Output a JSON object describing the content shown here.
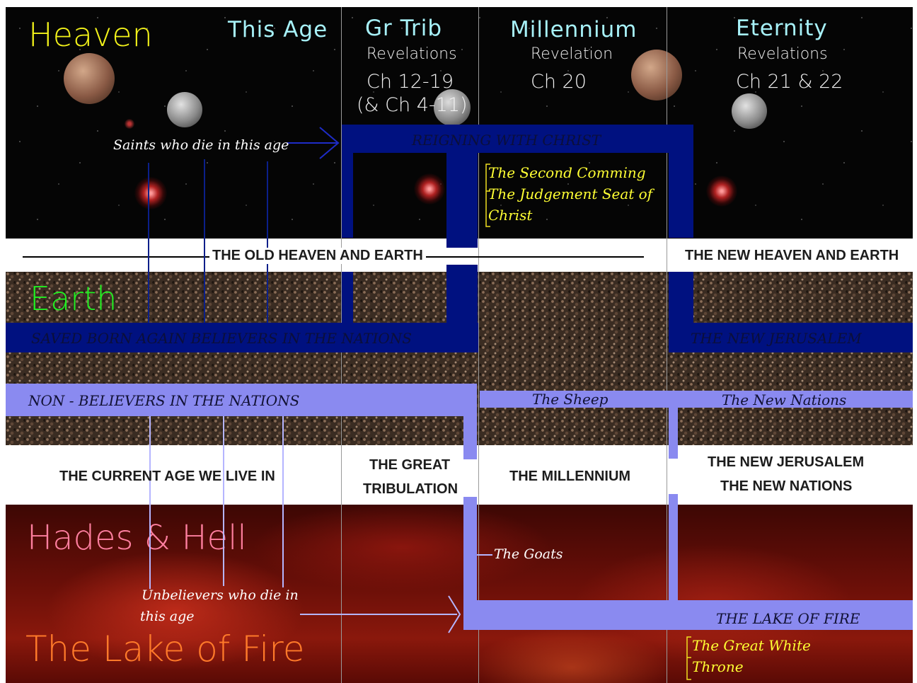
{
  "columns": {
    "this_age": "This Age",
    "gr_trib": {
      "title": "Gr Trib",
      "sub1": "Revelations",
      "sub2": "Ch 12-19",
      "sub3": "(& Ch 4-11)"
    },
    "millennium": {
      "title": "Millennium",
      "sub1": "Revelation",
      "sub2": "Ch 20"
    },
    "eternity": {
      "title": "Eternity",
      "sub1": "Revelations",
      "sub2": "Ch 21 & 22"
    }
  },
  "realms": {
    "heaven": "Heaven",
    "earth": "Earth",
    "hades": "Hades & Hell",
    "lake": "The Lake of Fire"
  },
  "bars": {
    "reigning": "REIGNING WITH CHRIST",
    "saved": "SAVED BORN AGAIN  BELIEVERS  IN THE NATIONS",
    "new_jerusalem": "THE NEW JERUSALEM",
    "non_believers": "NON - BELIEVERS IN THE NATIONS",
    "sheep": "The Sheep",
    "new_nations": "The New Nations",
    "lake_of_fire": "THE LAKE OF FIRE"
  },
  "dividers": {
    "old_heaven_earth": "THE OLD HEAVEN AND EARTH",
    "new_heaven_earth": "THE NEW HEAVEN AND EARTH",
    "current_age": "THE CURRENT AGE WE LIVE IN",
    "great_trib_1": "THE GREAT",
    "great_trib_2": "TRIBULATION",
    "millennium": "THE MILLENNIUM",
    "new_jerusalem": "THE NEW JERUSALEM",
    "new_nations": "THE NEW NATIONS"
  },
  "notes": {
    "saints": "Saints  who  die  in this  age",
    "second_coming": "The Second Comming",
    "judgement_1": "The Judgement Seat of",
    "judgement_2": "Christ",
    "unbelievers_1": "Unbelievers  who die in",
    "unbelievers_2": "this age",
    "goats": "The Goats",
    "white_throne_1": "The Great White",
    "white_throne_2": "Throne"
  },
  "colors": {
    "dark_bar": "#001180",
    "light_bar": "#8a8af0",
    "heading_cyan": "#a7f1f8",
    "heaven_yellow": "#f2f21a",
    "earth_green": "#22ee22",
    "hades_pink": "#ff7fa0",
    "lake_orange": "#ff7a2a",
    "note_yellow": "#ffff33"
  }
}
